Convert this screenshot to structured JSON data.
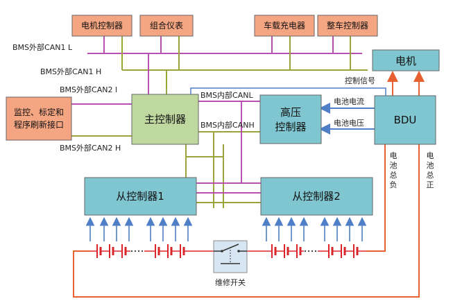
{
  "colors": {
    "orange_box": "#f4a582",
    "teal_box": "#7fc6d1",
    "green_box": "#bfd8a0",
    "can_h_line": "#9aa43a",
    "can_l_line": "#b84fb2",
    "signal_line": "#4f7fc6",
    "power_line": "#e8602f",
    "battery": "#d8262a"
  },
  "boxes": {
    "motor_controller": "电机控制器",
    "instrument_cluster": "组合仪表",
    "onboard_charger": "车载充电器",
    "vehicle_controller": "整车控制器",
    "motor": "电机",
    "monitor_interface": "监控、标定和\n程序刷新接口",
    "main_controller": "主控制器",
    "hv_controller": "高压\n控制器",
    "bdu": "BDU",
    "slave1": "从控制器1",
    "slave2": "从控制器2"
  },
  "labels": {
    "can1_l": "BMS外部CAN1 L",
    "can1_h": "BMS外部CAN1 H",
    "can2_l": "BMS外部CAN2 l",
    "can2_h": "BMS外部CAN2 H",
    "internal_canl": "BMS内部CANL",
    "internal_canh": "BMS内部CANH",
    "control_signal": "控制信号",
    "battery_current": "电池电流",
    "battery_voltage": "电池电压",
    "battery_neg": "电\n池\n总\n负",
    "battery_pos": "电\n池\n总\n正",
    "service_switch": "维修开关"
  }
}
